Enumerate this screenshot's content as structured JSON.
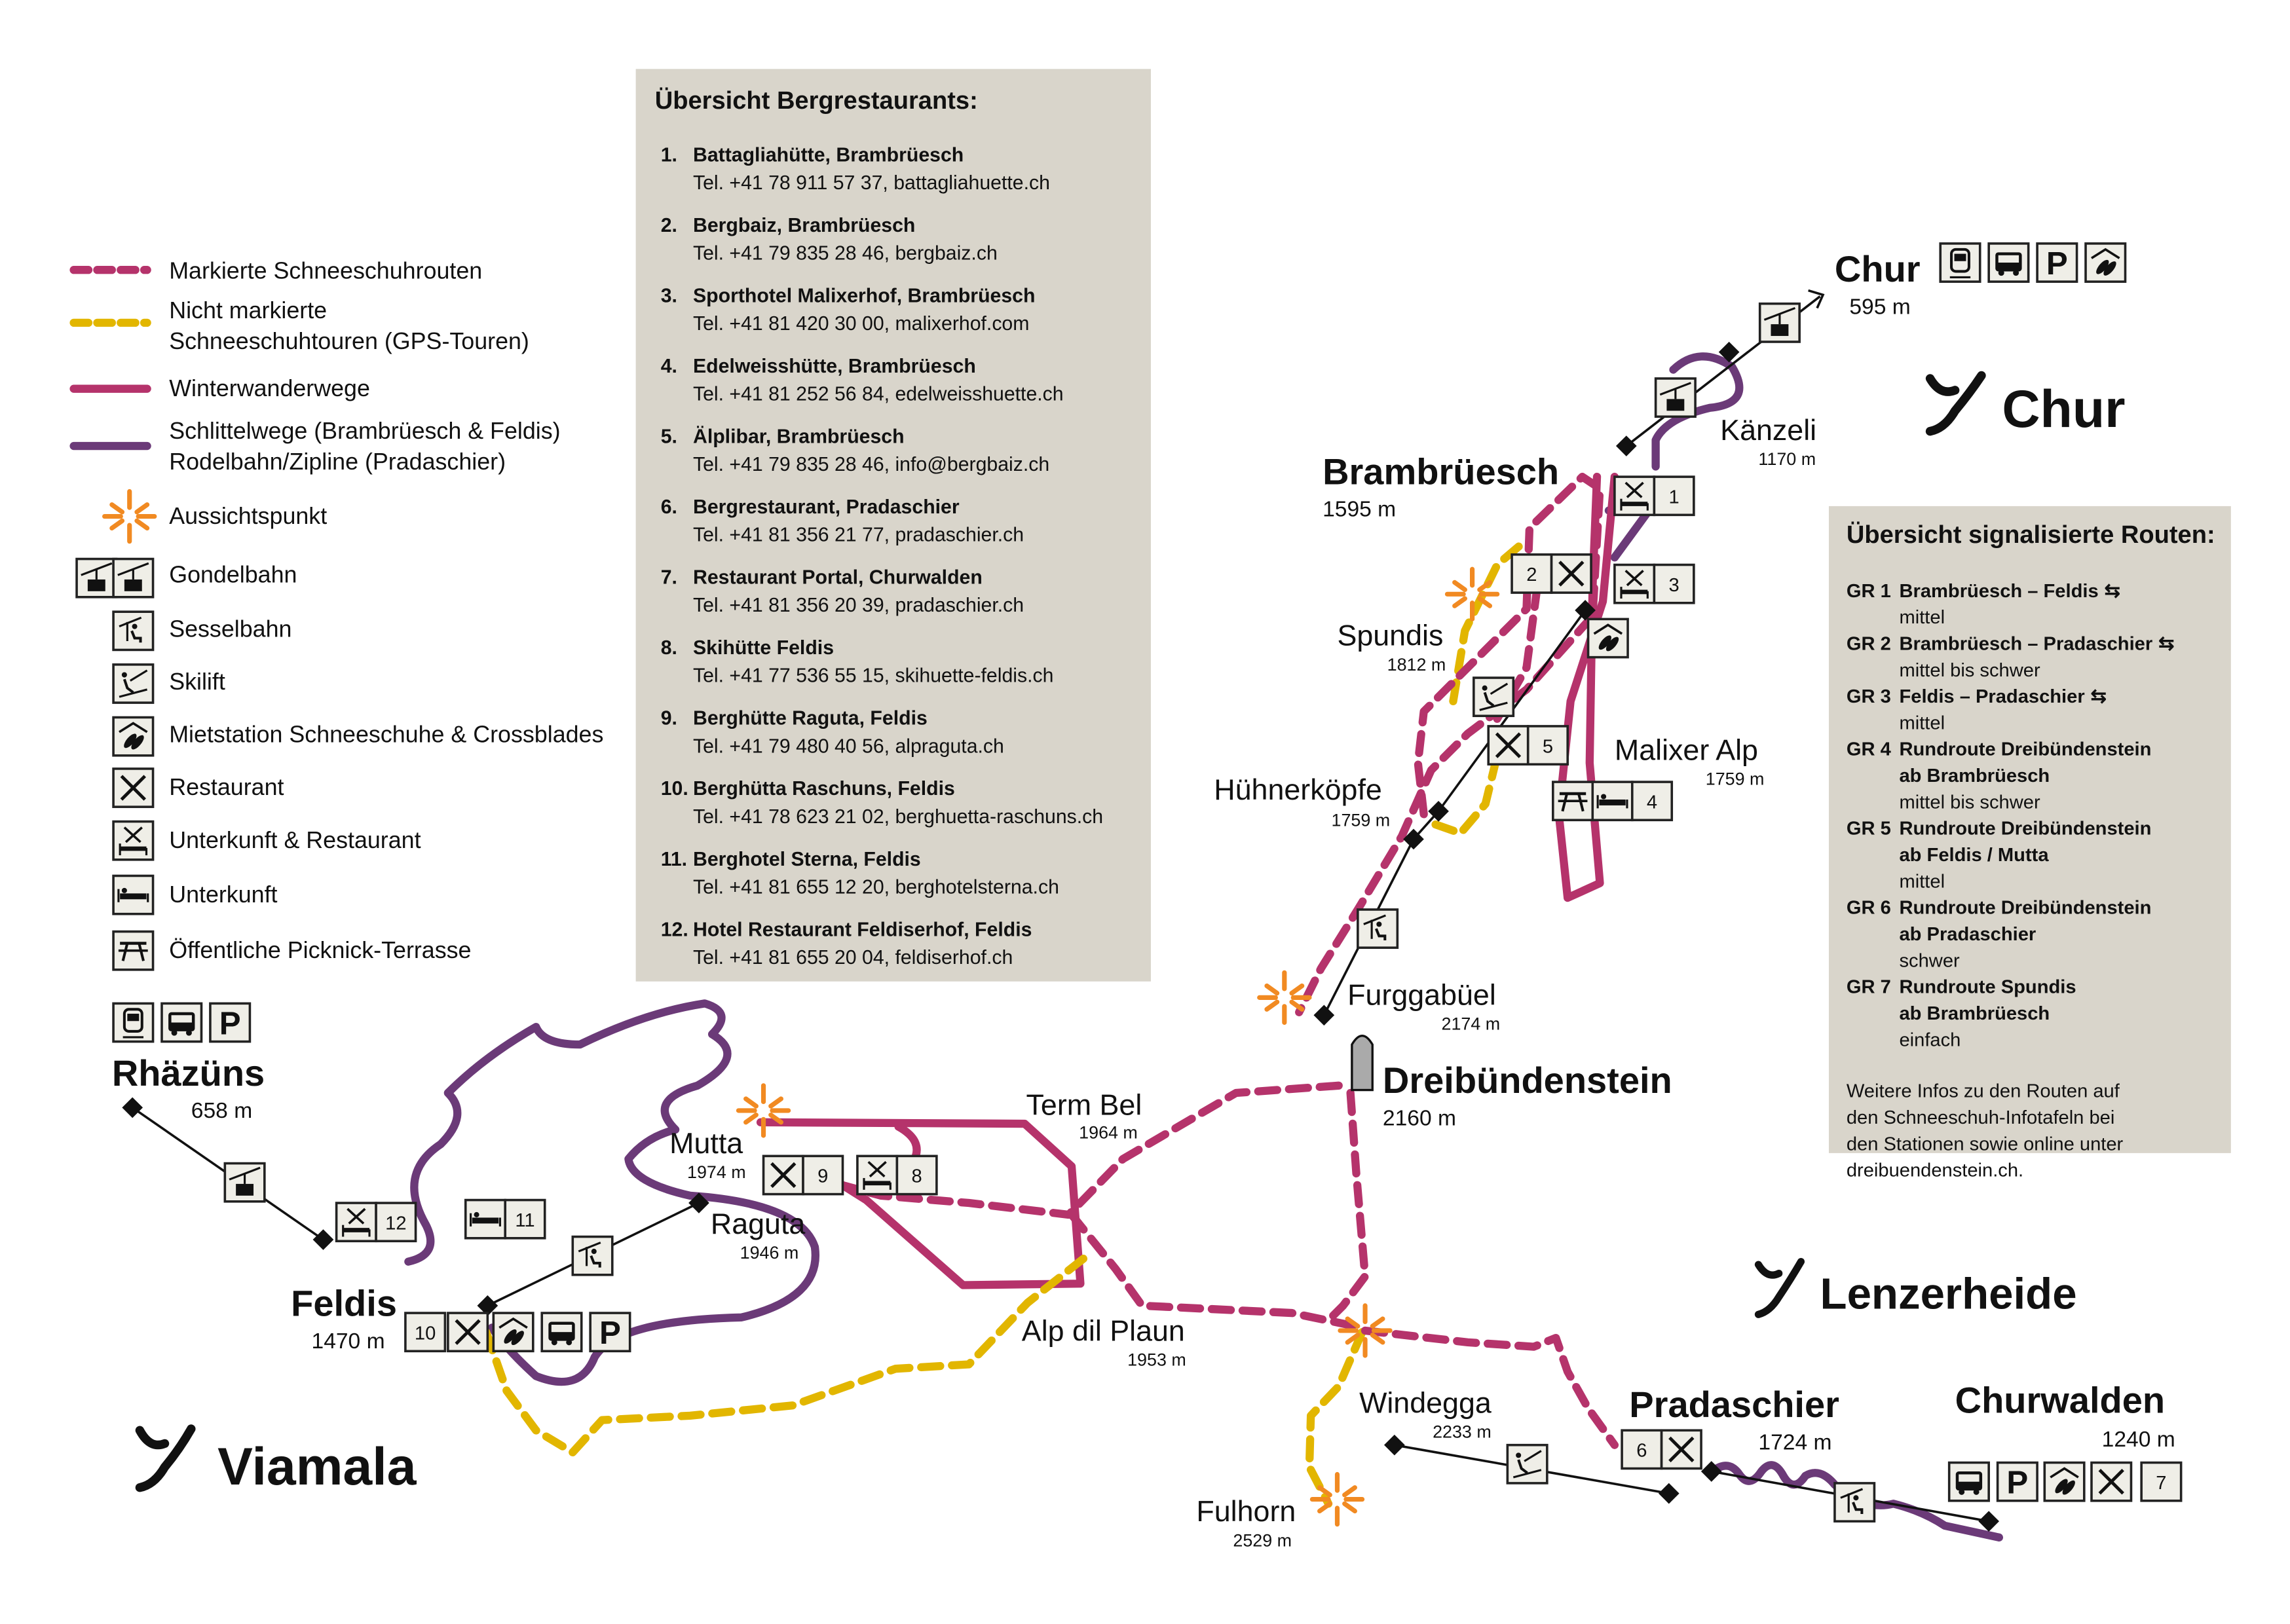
{
  "colors": {
    "snowshoe_route": "#b5336b",
    "gps_route": "#e2b600",
    "winter_trail": "#b5336b",
    "sled_trail": "#6b3a78",
    "viewpoint": "#f18a22",
    "panel": "#d9d5cb"
  },
  "legend": {
    "snowshoe": "Markierte Schneeschuhrouten",
    "gps_1": "Nicht markierte",
    "gps_2": "Schneeschuhtouren (GPS-Touren)",
    "winter": "Winterwanderwege",
    "sled_1": "Schlittelwege (Brambrüesch & Feldis)",
    "sled_2": "Rodelbahn/Zipline (Pradaschier)",
    "viewpoint": "Aussichtspunkt",
    "gondola": "Gondelbahn",
    "chairlift": "Sesselbahn",
    "skilift": "Skilift",
    "rental": "Mietstation Schneeschuhe & Crossblades",
    "restaurant": "Restaurant",
    "lodging_restaurant": "Unterkunft & Restaurant",
    "lodging": "Unterkunft",
    "picnic": "Öffentliche Picknick-Terrasse"
  },
  "restaurants": {
    "title": "Übersicht Bergrestaurants:",
    "items": [
      {
        "num": "1.",
        "name": "Battagliahütte, Brambrüesch",
        "contact": "Tel. +41 78 911 57 37, battagliahuette.ch"
      },
      {
        "num": "2.",
        "name": "Bergbaiz, Brambrüesch",
        "contact": "Tel. +41 79 835 28 46, bergbaiz.ch"
      },
      {
        "num": "3.",
        "name": "Sporthotel Malixerhof, Brambrüesch",
        "contact": "Tel. +41 81 420 30 00, malixerhof.com"
      },
      {
        "num": "4.",
        "name": "Edelweisshütte, Brambrüesch",
        "contact": "Tel. +41 81 252 56 84, edelweisshuette.ch"
      },
      {
        "num": "5.",
        "name": "Älplibar, Brambrüesch",
        "contact": "Tel. +41 79 835 28 46, info@bergbaiz.ch"
      },
      {
        "num": "6.",
        "name": "Bergrestaurant, Pradaschier",
        "contact": "Tel. +41 81 356 21 77, pradaschier.ch"
      },
      {
        "num": "7.",
        "name": "Restaurant Portal, Churwalden",
        "contact": "Tel. +41 81 356 20 39, pradaschier.ch"
      },
      {
        "num": "8.",
        "name": "Skihütte Feldis",
        "contact": "Tel. +41 77 536 55 15, skihuette-feldis.ch"
      },
      {
        "num": "9.",
        "name": "Berghütte Raguta, Feldis",
        "contact": "Tel. +41 79 480 40 56, alpraguta.ch"
      },
      {
        "num": "10.",
        "name": "Berghütta Raschuns, Feldis",
        "contact": "Tel. +41 78 623 21 02, berghuetta-raschuns.ch"
      },
      {
        "num": "11.",
        "name": "Berghotel Sterna, Feldis",
        "contact": "Tel. +41 81 655 12 20, berghotelsterna.ch"
      },
      {
        "num": "12.",
        "name": "Hotel Restaurant Feldiserhof, Feldis",
        "contact": "Tel. +41 81 655 20 04, feldiserhof.ch"
      }
    ]
  },
  "routes": {
    "title": "Übersicht signalisierte Routen:",
    "items": [
      {
        "code": "GR 1",
        "name": "Brambrüesch – Feldis",
        "sub": "",
        "level": "mittel",
        "two_way": true
      },
      {
        "code": "GR 2",
        "name": "Brambrüesch – Pradaschier",
        "sub": "",
        "level": "mittel bis schwer",
        "two_way": true
      },
      {
        "code": "GR 3",
        "name": "Feldis – Pradaschier",
        "sub": "",
        "level": "mittel",
        "two_way": true
      },
      {
        "code": "GR 4",
        "name": "Rundroute Dreibündenstein",
        "sub": "ab Brambrüesch",
        "level": "mittel bis schwer",
        "two_way": false
      },
      {
        "code": "GR 5",
        "name": "Rundroute Dreibündenstein",
        "sub": "ab Feldis / Mutta",
        "level": "mittel",
        "two_way": false
      },
      {
        "code": "GR 6",
        "name": "Rundroute Dreibündenstein",
        "sub": "ab Pradaschier",
        "level": "schwer",
        "two_way": false
      },
      {
        "code": "GR 7",
        "name": "Rundroute Spundis",
        "sub": "ab Brambrüesch",
        "level": "einfach",
        "two_way": false
      }
    ],
    "two_way_symbol": "⇆",
    "info": [
      "Weitere Infos zu den Routen auf",
      "den Schneeschuh-Infotafeln bei",
      "den Stationen sowie online unter",
      "dreibuendenstein.ch."
    ]
  },
  "places": {
    "chur": {
      "name": "Chur",
      "elev": "595 m"
    },
    "kaenzeli": {
      "name": "Känzeli",
      "elev": "1170 m"
    },
    "brambrueesch": {
      "name": "Brambrüesch",
      "elev": "1595 m"
    },
    "spundis": {
      "name": "Spundis",
      "elev": "1812 m"
    },
    "malixer_alp": {
      "name": "Malixer Alp",
      "elev": "1759 m"
    },
    "huehnerkoepfe": {
      "name": "Hühnerköpfe",
      "elev": "1759 m"
    },
    "furggabuel": {
      "name": "Furggabüel",
      "elev": "2174 m"
    },
    "dreibuendenstein": {
      "name": "Dreibündenstein",
      "elev": "2160 m"
    },
    "term_bel": {
      "name": "Term Bel",
      "elev": "1964 m"
    },
    "mutta": {
      "name": "Mutta",
      "elev": "1974 m"
    },
    "raguta": {
      "name": "Raguta",
      "elev": "1946 m"
    },
    "alp_dil_plaun": {
      "name": "Alp dil Plaun",
      "elev": "1953 m"
    },
    "windegga": {
      "name": "Windegga",
      "elev": "2233 m"
    },
    "fulhorn": {
      "name": "Fulhorn",
      "elev": "2529 m"
    },
    "pradaschier": {
      "name": "Pradaschier",
      "elev": "1724 m"
    },
    "churwalden": {
      "name": "Churwalden",
      "elev": "1240 m"
    },
    "feldis": {
      "name": "Feldis",
      "elev": "1470 m"
    },
    "rhaezuens": {
      "name": "Rhäzüns",
      "elev": "658 m"
    }
  },
  "logos": {
    "chur": "Chur",
    "lenzerheide": "Lenzerheide",
    "viamala": "Viamala"
  },
  "markers": [
    "1",
    "2",
    "3",
    "4",
    "5",
    "6",
    "7",
    "8",
    "9",
    "10",
    "11",
    "12"
  ],
  "parking_letter": "P"
}
